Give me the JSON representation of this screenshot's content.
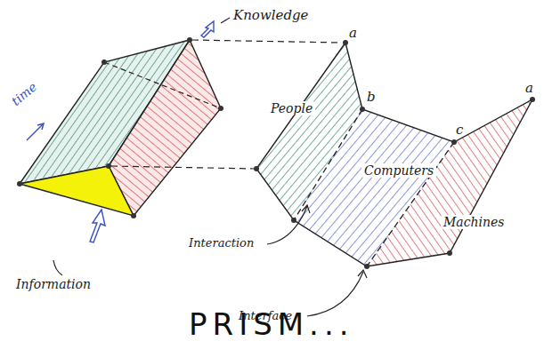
{
  "diagram": {
    "caption": "PRISM...",
    "nodes": [
      {
        "text": [
          "People"
        ]
      },
      {
        "text": [
          "Computers"
        ]
      },
      {
        "text": [
          "Machines"
        ]
      }
    ],
    "labels": [
      "Knowledge",
      "time",
      "Information",
      "Interaction",
      "Interface",
      "a",
      "b",
      "c",
      "a"
    ]
  }
}
